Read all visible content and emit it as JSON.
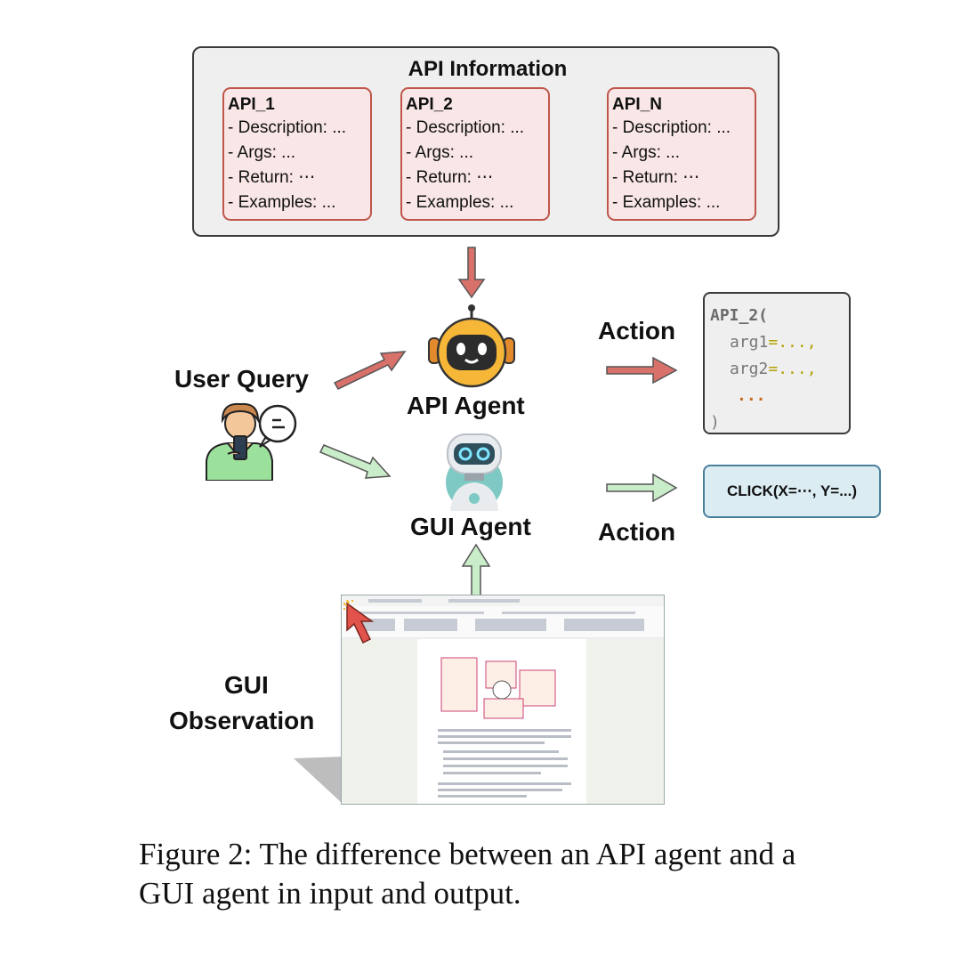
{
  "api_panel": {
    "title": "API Information",
    "cards": [
      {
        "name": "API_1",
        "lines": [
          "- Description: ...",
          "- Args: ...",
          "- Return: ⋯",
          "- Examples: ..."
        ]
      },
      {
        "name": "API_2",
        "lines": [
          "- Description: ...",
          "- Args: ...",
          "- Return: ⋯",
          "- Examples: ..."
        ]
      },
      {
        "name": "API_N",
        "lines": [
          "- Description: ...",
          "- Args: ...",
          "- Return: ⋯",
          "- Examples: ..."
        ]
      }
    ]
  },
  "labels": {
    "user_query": "User Query",
    "api_agent": "API Agent",
    "gui_agent": "GUI Agent",
    "action_top": "Action",
    "action_bottom": "Action",
    "gui_observation_1": "GUI",
    "gui_observation_2": "Observation"
  },
  "api_action": {
    "fn": "API_2(",
    "arg1_name": "arg1",
    "arg1_value": "=...,",
    "arg2_name": "arg2",
    "arg2_value": "=...,",
    "ellipsis": "...",
    "close": ")"
  },
  "gui_action": "CLICK(X=⋯, Y=...)",
  "caption": {
    "line1": "Figure 2: The difference between an API agent and a",
    "line2": "GUI agent in input and output."
  },
  "colors": {
    "red_arrow": "#d9716b",
    "green_arrow": "#c9ecc9",
    "api_card_bg": "#f9e6e6",
    "gui_action_bg": "#dcecf3"
  },
  "icons": {
    "api_agent": "yellow-robot-icon",
    "gui_agent": "teal-robot-icon",
    "user": "user-with-phone-icon",
    "cursor": "red-cursor-icon"
  }
}
